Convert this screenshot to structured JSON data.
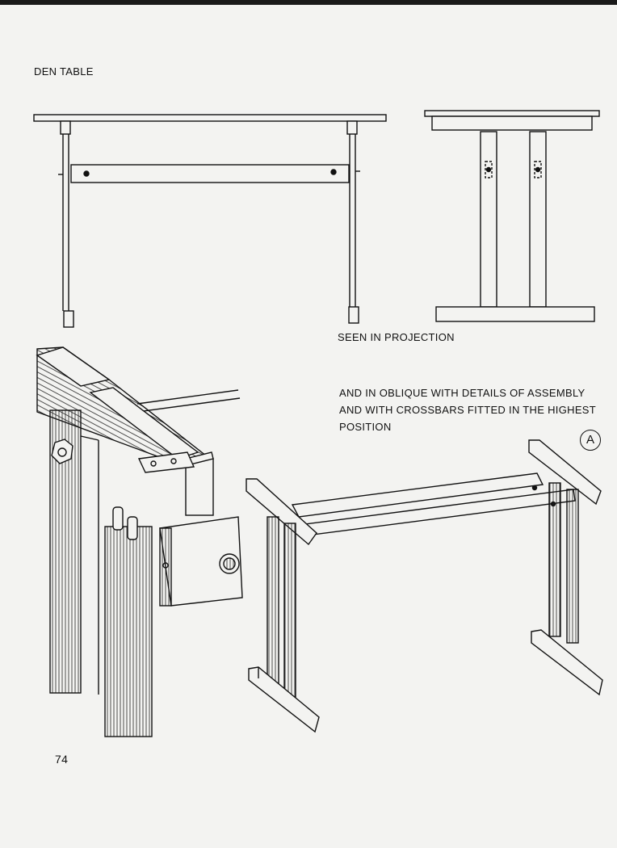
{
  "page": {
    "title": "DEN TABLE",
    "projection_caption": "SEEN IN PROJECTION",
    "oblique_caption_lines": [
      "AND IN OBLIQUE WITH DETAILS OF ASSEMBLY",
      "AND WITH CROSSBARS FITTED IN THE HIGHEST",
      "POSITION"
    ],
    "figure_marker": "A",
    "page_number": "74"
  }
}
